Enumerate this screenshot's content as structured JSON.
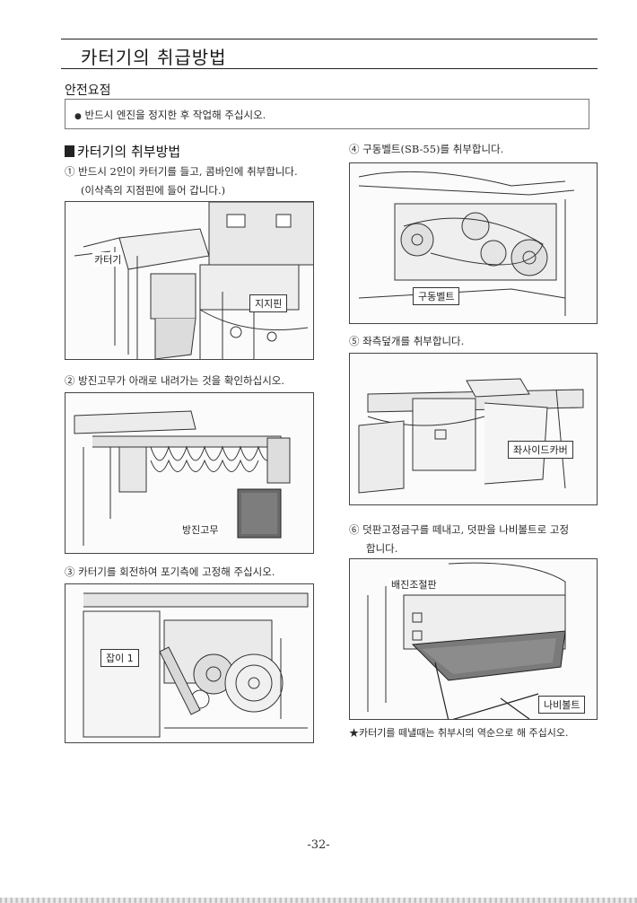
{
  "header": {
    "title": "카터기의 취급방법"
  },
  "safety": {
    "label": "안전요점",
    "bullet": "●",
    "text": "반드시 엔진을 정지한 후 작업해 주십시오."
  },
  "section": {
    "heading": "카터기의 취부방법"
  },
  "left_column": {
    "step1_line1": "① 반드시 2인이 카터기를 들고, 콤바인에 취부합니다.",
    "step1_line2": "(이삭측의 지점핀에 들어 갑니다.)",
    "fig1": {
      "label_cutter": "카터기",
      "label_pin": "지지핀"
    },
    "step2": "② 방진고무가 아래로 내려가는 것을 확인하십시오.",
    "fig2": {
      "label_rubber": "방진고무"
    },
    "step3": "③ 카터기를 회전하여 포기측에 고정해 주십시오.",
    "fig3": {
      "label_handle": "잡이 1"
    }
  },
  "right_column": {
    "step4": "④ 구동벨트(SB-55)를 취부합니다.",
    "fig4": {
      "label_belt": "구동벨트"
    },
    "step5": "⑤ 좌측덮개를 취부합니다.",
    "fig5": {
      "label_cover": "좌사이드카버"
    },
    "step6_line1": "⑥ 덧판고정금구를 떼내고, 덧판을 나비볼트로 고정",
    "step6_line2": "합니다.",
    "fig6": {
      "label_plate": "배진조절판",
      "label_bolt": "나비볼트"
    },
    "note": "★카터기를 떼낼때는 취부시의 역순으로 해 주십시오."
  },
  "footer": {
    "page_number": "-32-"
  }
}
